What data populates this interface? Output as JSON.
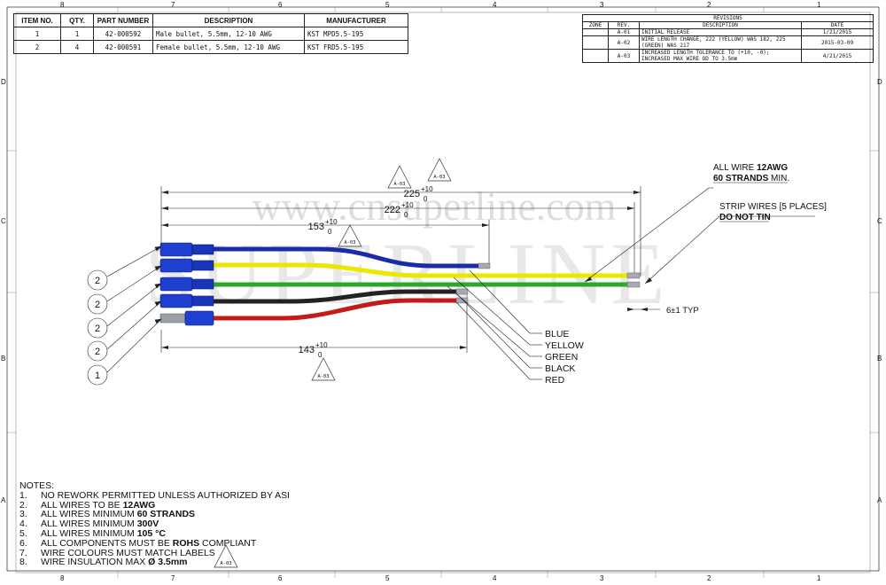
{
  "bom": {
    "headers": [
      "ITEM NO.",
      "QTY.",
      "PART NUMBER",
      "DESCRIPTION",
      "MANUFACTURER"
    ],
    "rows": [
      [
        "1",
        "1",
        "42-000592",
        "Male bullet, 5.5mm, 12-10 AWG",
        "KST MPD5.5-195"
      ],
      [
        "2",
        "4",
        "42-000591",
        "Female bullet, 5.5mm, 12-10 AWG",
        "KST FRD5.5-195"
      ]
    ]
  },
  "revisions": {
    "title": "REVISIONS",
    "headers": [
      "ZONE",
      "REV.",
      "DESCRIPTION",
      "DATE"
    ],
    "rows": [
      [
        "",
        "A-01",
        "INITIAL RELEASE",
        "1/21/2015"
      ],
      [
        "",
        "A-02",
        "WIRE LENGTH CHANGE, 222 (YELLOW) WAS 182, 225 (GREEN) WAS 217",
        "2015-03-09"
      ],
      [
        "",
        "A-03",
        "INCREASED LENGTH TOLERANCE TO (+10, -0); INCREASED MAX WIRE OD TO 3.5mm",
        "4/21/2015"
      ]
    ]
  },
  "zones": {
    "columns": [
      "8",
      "7",
      "6",
      "5",
      "4",
      "3",
      "2",
      "1"
    ],
    "rows": [
      "D",
      "C",
      "B",
      "A"
    ]
  },
  "watermark": {
    "url": "www.cnsuperline.com",
    "brand": "SUPERLINE"
  },
  "dimensions": {
    "d225": {
      "value": "225",
      "tol_plus": "+10",
      "tol_minus": "0"
    },
    "d222": {
      "value": "222",
      "tol_plus": "+10",
      "tol_minus": "0"
    },
    "d153": {
      "value": "153",
      "tol_plus": "+10",
      "tol_minus": "0"
    },
    "d143": {
      "value": "143",
      "tol_plus": "+10",
      "tol_minus": "0"
    },
    "strip": "6±1 TYP"
  },
  "rev_tags": {
    "a03": "A-03"
  },
  "callouts": {
    "all_wire_line1": "ALL WIRE ",
    "all_wire_bold1": "12AWG",
    "all_wire_bold2": "60 STRANDS",
    "all_wire_line2": " MIN.",
    "strip_line1": "STRIP WIRES [5 PLACES]",
    "strip_line2": "DO NOT TIN"
  },
  "balloons": [
    "2",
    "2",
    "2",
    "2",
    "1"
  ],
  "wire_labels": [
    "BLUE",
    "YELLOW",
    "GREEN",
    "BLACK",
    "RED"
  ],
  "colors": {
    "blue": "#1c2ba8",
    "yellow": "#e8e800",
    "green": "#2aa82a",
    "black": "#222222",
    "red": "#c41a1a",
    "connector_blue": "#1f3fd0",
    "connector_grey": "#9aa0a6"
  },
  "notes": {
    "title": "NOTES:",
    "items": [
      {
        "n": "1.",
        "text": "NO REWORK PERMITTED UNLESS AUTHORIZED BY ASI",
        "bold": ""
      },
      {
        "n": "2.",
        "text": "ALL WIRES TO BE ",
        "bold": "12AWG"
      },
      {
        "n": "3.",
        "text": "ALL WIRES MINIMUM ",
        "bold": "60 STRANDS"
      },
      {
        "n": "4.",
        "text": "ALL WIRES MINIMUM ",
        "bold": "300V"
      },
      {
        "n": "5.",
        "text": "ALL WIRES MINIMUM ",
        "bold": "105 °C"
      },
      {
        "n": "6.",
        "text": "ALL COMPONENTS MUST BE ",
        "bold": "ROHS",
        "after": " COMPLIANT"
      },
      {
        "n": "7.",
        "text": "WIRE COLOURS MUST MATCH LABELS",
        "bold": ""
      },
      {
        "n": "8.",
        "text": "WIRE INSULATION MAX ",
        "bold": "Ø 3.5mm"
      }
    ]
  }
}
